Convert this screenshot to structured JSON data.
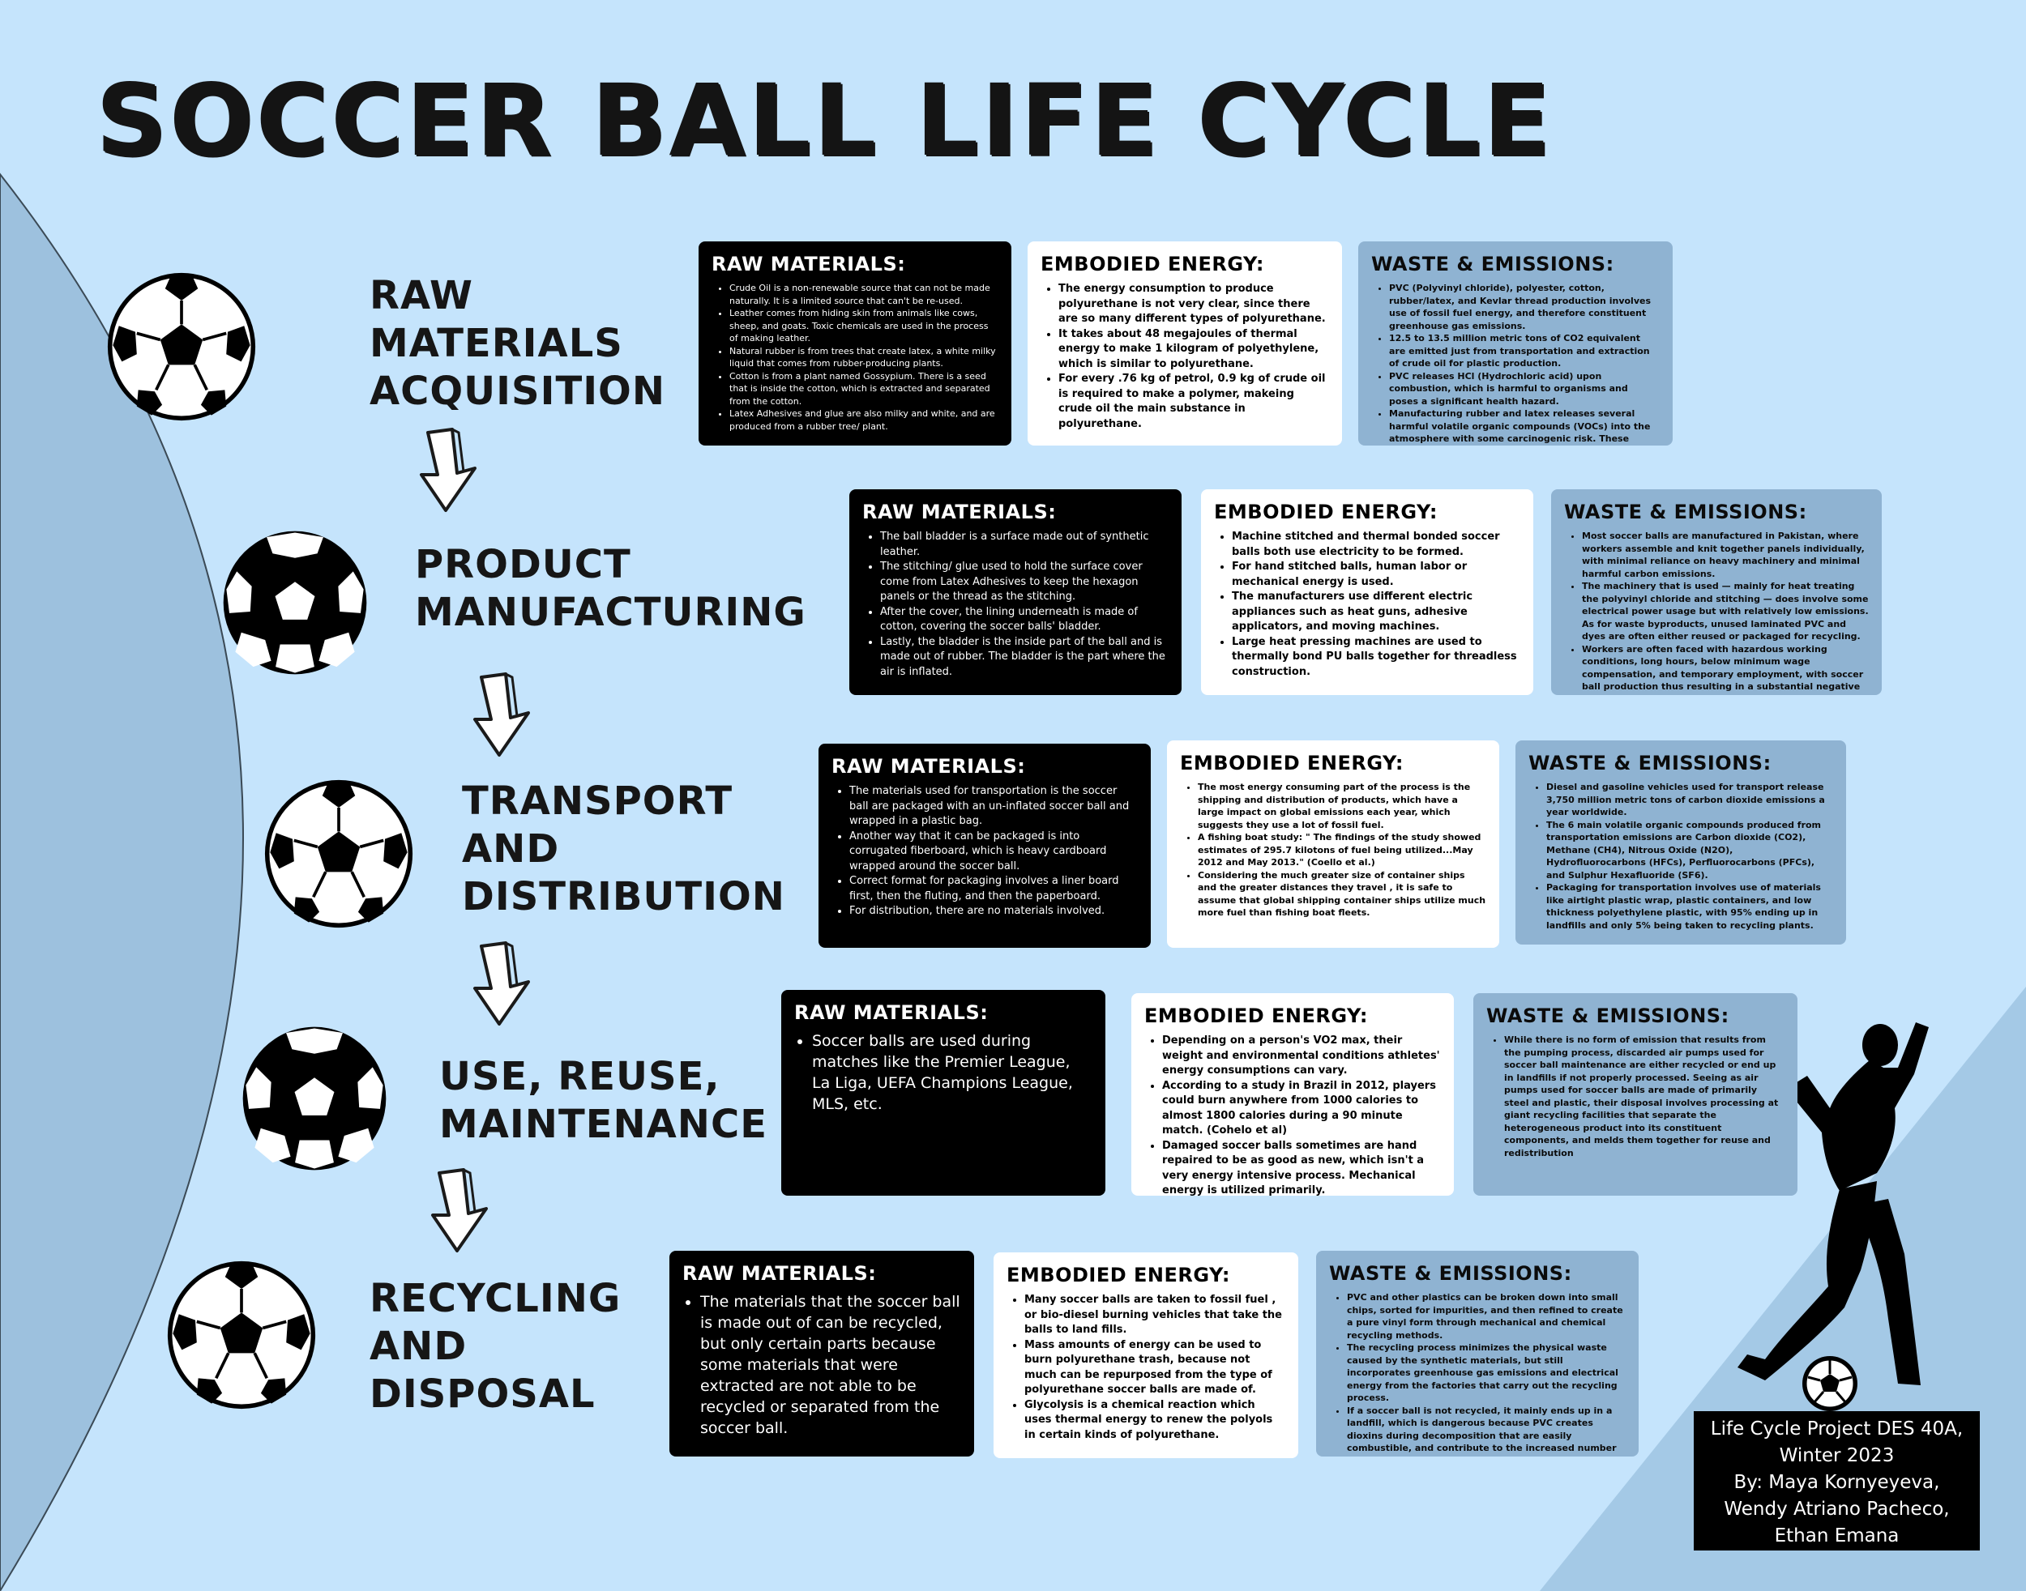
{
  "title": "SOCCER BALL LIFE CYCLE",
  "colors": {
    "background": "#c5e4fc",
    "curve": "#9dc1de",
    "triangle": "#a4c9e6",
    "black_card": "#000000",
    "white_card": "#ffffff",
    "blue_card": "#8fb3d2"
  },
  "stages": [
    {
      "label": "RAW\nMATERIALS\nACQUISITION",
      "raw": {
        "heading": "RAW MATERIALS:",
        "items": [
          "Crude Oil is a non-renewable source that can not be made naturally. It is a limited source that can't be re-used.",
          "Leather comes from hiding skin from animals like cows, sheep, and goats. Toxic chemicals are used in the process of making leather.",
          "Natural rubber is from trees that create latex, a white milky liquid that comes from rubber-producing plants.",
          "Cotton is from a plant named Gossypium. There is a seed that is inside the cotton, which is extracted and separated from the cotton.",
          "Latex Adhesives and glue are also milky and white, and are produced from a rubber tree/ plant."
        ]
      },
      "energy": {
        "heading": "EMBODIED ENERGY:",
        "items": [
          "The energy consumption to produce polyurethane is not very clear, since there are so many different types of polyurethane.",
          "It takes about 48 megajoules of thermal energy to make 1 kilogram of polyethylene, which is similar to polyurethane.",
          "For every .76 kg of petrol, 0.9 kg of crude oil is required to make a polymer, makeing crude oil the main substance in polyurethane."
        ]
      },
      "waste": {
        "heading": "WASTE & EMISSIONS:",
        "items": [
          "PVC (Polyvinyl chloride), polyester, cotton, rubber/latex, and Kevlar thread production involves use of fossil fuel energy, and therefore constituent greenhouse gas emissions.",
          "12.5 to 13.5 million metric tons of CO2 equivalent are emitted just from transportation and extraction of crude oil for plastic production.",
          "PVC releases HCl (Hydrochloric acid) upon combustion, which is harmful to organisms and poses a significant health hazard.",
          "Manufacturing rubber and latex releases several harmful volatile organic compounds (VOCs) into the atmosphere with some carcinogenic risk. These waste products include carbon disulfide, naphthalene, acetone, and dichloromethane."
        ]
      }
    },
    {
      "label": "PRODUCT\nMANUFACTURING",
      "raw": {
        "heading": "RAW MATERIALS:",
        "items": [
          "The ball bladder is a surface made out of synthetic leather.",
          "The stitching/ glue used to hold the surface cover come from Latex Adhesives to keep the hexagon panels or the thread as the stitching.",
          "After the cover, the lining underneath is made of cotton, covering the soccer balls' bladder.",
          "Lastly, the bladder is the inside part of the ball and is made out of rubber. The bladder is the part where the air is inflated."
        ]
      },
      "energy": {
        "heading": "EMBODIED ENERGY:",
        "items": [
          "Machine stitched and thermal bonded soccer balls both use electricity to be formed.",
          "For hand stitched balls, human labor or mechanical energy is used.",
          "The manufacturers use different electric appliances such as heat guns, adhesive applicators, and moving machines.",
          "Large heat pressing machines are used to thermally bond PU balls together for threadless construction."
        ]
      },
      "waste": {
        "heading": "WASTE & EMISSIONS:",
        "items": [
          "Most soccer balls are manufactured in Pakistan, where workers assemble and knit together panels individually, with minimal reliance on heavy machinery and minimal harmful carbon emissions.",
          "The machinery that is used — mainly for heat treating the polyvinyl chloride and stitching — does involve some electrical power usage but with relatively low emissions. As for waste byproducts, unused laminated PVC and dyes are often either reused or packaged for recycling.",
          "Workers are often faced with hazardous working conditions, long hours, below minimum wage compensation, and temporary employment, with soccer ball production thus resulting in a substantial negative effect in terms of labor practices."
        ]
      }
    },
    {
      "label": "TRANSPORT\nAND\nDISTRIBUTION",
      "raw": {
        "heading": "RAW MATERIALS:",
        "items": [
          "The materials used for transportation is the soccer ball are packaged with an un-inflated soccer ball and wrapped in a plastic bag.",
          "Another way that it can be packaged is into corrugated fiberboard, which is heavy cardboard wrapped around the soccer ball.",
          "Correct format for packaging involves a liner board first, then the fluting, and then the paperboard.",
          "For distribution, there are no materials involved."
        ]
      },
      "energy": {
        "heading": "EMBODIED ENERGY:",
        "items": [
          "The most energy consuming part of the process is the shipping and distribution of products, which have a large impact on global emissions each year, which suggests they use a lot of fossil fuel.",
          "A fishing boat study: \" The findings of the study showed estimates of 295.7 kilotons of fuel being utilized...May 2012 and May 2013.\" (Coello et al.)",
          "Considering the much greater size of container ships and the greater distances they travel , it is safe to assume that global shipping container ships utilize much more fuel than fishing boat fleets."
        ]
      },
      "waste": {
        "heading": "WASTE & EMISSIONS:",
        "items": [
          "Diesel and gasoline vehicles used for transport release 3,750 million metric tons of carbon dioxide emissions a year worldwide.",
          "The 6 main volatile organic compounds produced from transportation emissions are Carbon dioxide (CO2), Methane (CH4), Nitrous Oxide (N2O), Hydrofluorocarbons (HFCs), Perfluorocarbons (PFCs), and Sulphur Hexafluoride (SF6).",
          "Packaging for transportation involves use of materials like airtight plastic wrap, plastic containers, and low thickness polyethylene plastic, with 95% ending up in landfills and only 5% being taken to recycling plants."
        ]
      }
    },
    {
      "label": "USE, REUSE,\nMAINTENANCE",
      "raw": {
        "heading": "RAW MATERIALS:",
        "items": [
          "Soccer balls are used during matches like the Premier League, La Liga, UEFA Champions League, MLS, etc."
        ]
      },
      "energy": {
        "heading": "EMBODIED ENERGY:",
        "items": [
          "Depending on a person's VO2 max, their weight and environmental conditions athletes' energy consumptions can vary.",
          "According to a study in Brazil in 2012, players could burn anywhere from 1000 calories to almost 1800 calories during a 90 minute match. (Cohelo et al)",
          "Damaged soccer balls sometimes are hand repaired to be as good as new, which isn't a very energy intensive process. Mechanical energy is utilized primarily."
        ]
      },
      "waste": {
        "heading": "WASTE & EMISSIONS:",
        "items": [
          "While there is no form of emission that results from the pumping process, discarded air pumps used for soccer ball maintenance are either recycled or end up in landfills if not properly processed. Seeing as air pumps used for soccer balls are made of primarily steel and plastic, their disposal involves processing at giant recycling facilities that separate the heterogeneous product into its constituent components, and melds them together for reuse and redistribution"
        ]
      }
    },
    {
      "label": "RECYCLING\nAND\nDISPOSAL",
      "raw": {
        "heading": "RAW MATERIALS:",
        "items": [
          "The materials that the soccer ball is made out of can be recycled, but only certain parts because some materials that were extracted are not able to be recycled or separated from the soccer ball."
        ]
      },
      "energy": {
        "heading": "EMBODIED ENERGY:",
        "items": [
          "Many soccer balls are taken to fossil fuel , or bio-diesel burning vehicles that take the balls to land fills.",
          "Mass amounts of energy can be used to burn polyurethane trash, because not much can be repurposed from the type of polyurethane soccer balls are made of.",
          "Glycolysis is a chemical reaction which uses thermal energy to renew the polyols in certain kinds of polyurethane."
        ]
      },
      "waste": {
        "heading": "WASTE & EMISSIONS:",
        "items": [
          "PVC and other plastics can be broken down into small chips, sorted for impurities, and then refined to create a pure vinyl form through mechanical and chemical recycling methods.",
          "The recycling process minimizes the physical waste caused by the synthetic materials, but still incorporates greenhouse gas emissions and electrical energy from the factories that carry out the recycling process.",
          "If a soccer ball is not recycled, it mainly ends up in a landfill, which is dangerous because PVC creates dioxins during decomposition that are easily combustible, and contribute to the increased number of landfill fires. Harmful chemicals and microplastics are also released into the air, water, and soil."
        ]
      }
    }
  ],
  "credits": "Life Cycle Project DES 40A,\nWinter 2023\nBy: Maya Kornyeyeva,\nWendy Atriano Pacheco,\nEthan Emana",
  "icons": {
    "ball": "soccer-ball-icon",
    "arrow": "down-arrow-icon",
    "player": "soccer-player-silhouette"
  }
}
